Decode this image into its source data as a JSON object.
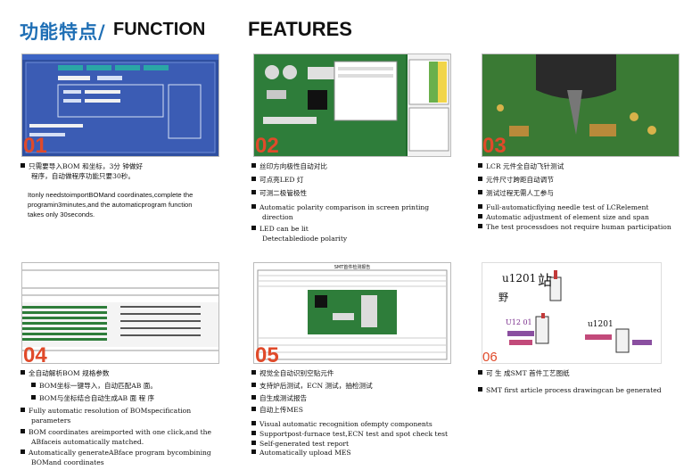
{
  "header": {
    "title_cn": "功能特点/",
    "title_function": "FUNCTION",
    "title_features": "FEATURES"
  },
  "panels": [
    {
      "number": "01",
      "lines": [
        "只需要导入BOM  和坐标，3分 钟做好",
        "程序，自动做程序功能只要30秒。",
        "Itonly needstoimportBOMand coordinates,complete the",
        "programin3minutes,and the automaticprogram function",
        "takes only 30seconds."
      ]
    },
    {
      "number": "02",
      "lines": [
        "丝印方向极性自动对比",
        "可点亮LED 灯",
        "可测二极管极性",
        "Automatic polarity comparison in screen printing",
        "direction",
        "LED can be lit",
        "Detectablediode    polarity"
      ]
    },
    {
      "number": "03",
      "lines": [
        "LCR  元件全自动飞针测试",
        "元件尺寸跨距自动调节",
        "测试过程无需人工参与",
        "Full-automaticflying needle test of LCRelement",
        "Automatic adjustment of element size and span",
        "The test processdoes not require human participation"
      ]
    },
    {
      "number": "04",
      "lines": [
        "全自动解析BOM  规格参数",
        "BOM坐标一键导入，自动匹配AB 面。",
        "BOM与坐标结合自动生成AB 面 程 序",
        "Fully automatic resolution of BOMspecification",
        "parameters",
        "BOM coordinates areimported with one click,and the",
        "ABfaceis automatically matched.",
        "Automatically generateABface program bycombining",
        "BOMand coordinates"
      ]
    },
    {
      "number": "05",
      "lines": [
        "视觉全自动识别空贴元件",
        "支持炉后测试，ECN  测试，抽检测试",
        "自生成测试报告",
        "自动上传MES",
        "Visual automatic recognition ofempty components",
        "Supportpost-furnace test,ECN test and spot check test",
        "Self-generated test report",
        "Automatically upload MES"
      ]
    },
    {
      "number": "06",
      "lines": [
        "可 生 成SMT  首件工艺图纸",
        "SMT first article process drawingcan be generated"
      ]
    }
  ],
  "screens": {
    "s5_title": "SMT首件检测报告",
    "s6_labels": [
      "u1201",
      "站",
      "野",
      "U12 01",
      "u1201"
    ]
  },
  "colors": {
    "accent_blue": "#1f6fb5",
    "number_red": "#e04a2a",
    "pcb_green": "#2e7d3a"
  }
}
